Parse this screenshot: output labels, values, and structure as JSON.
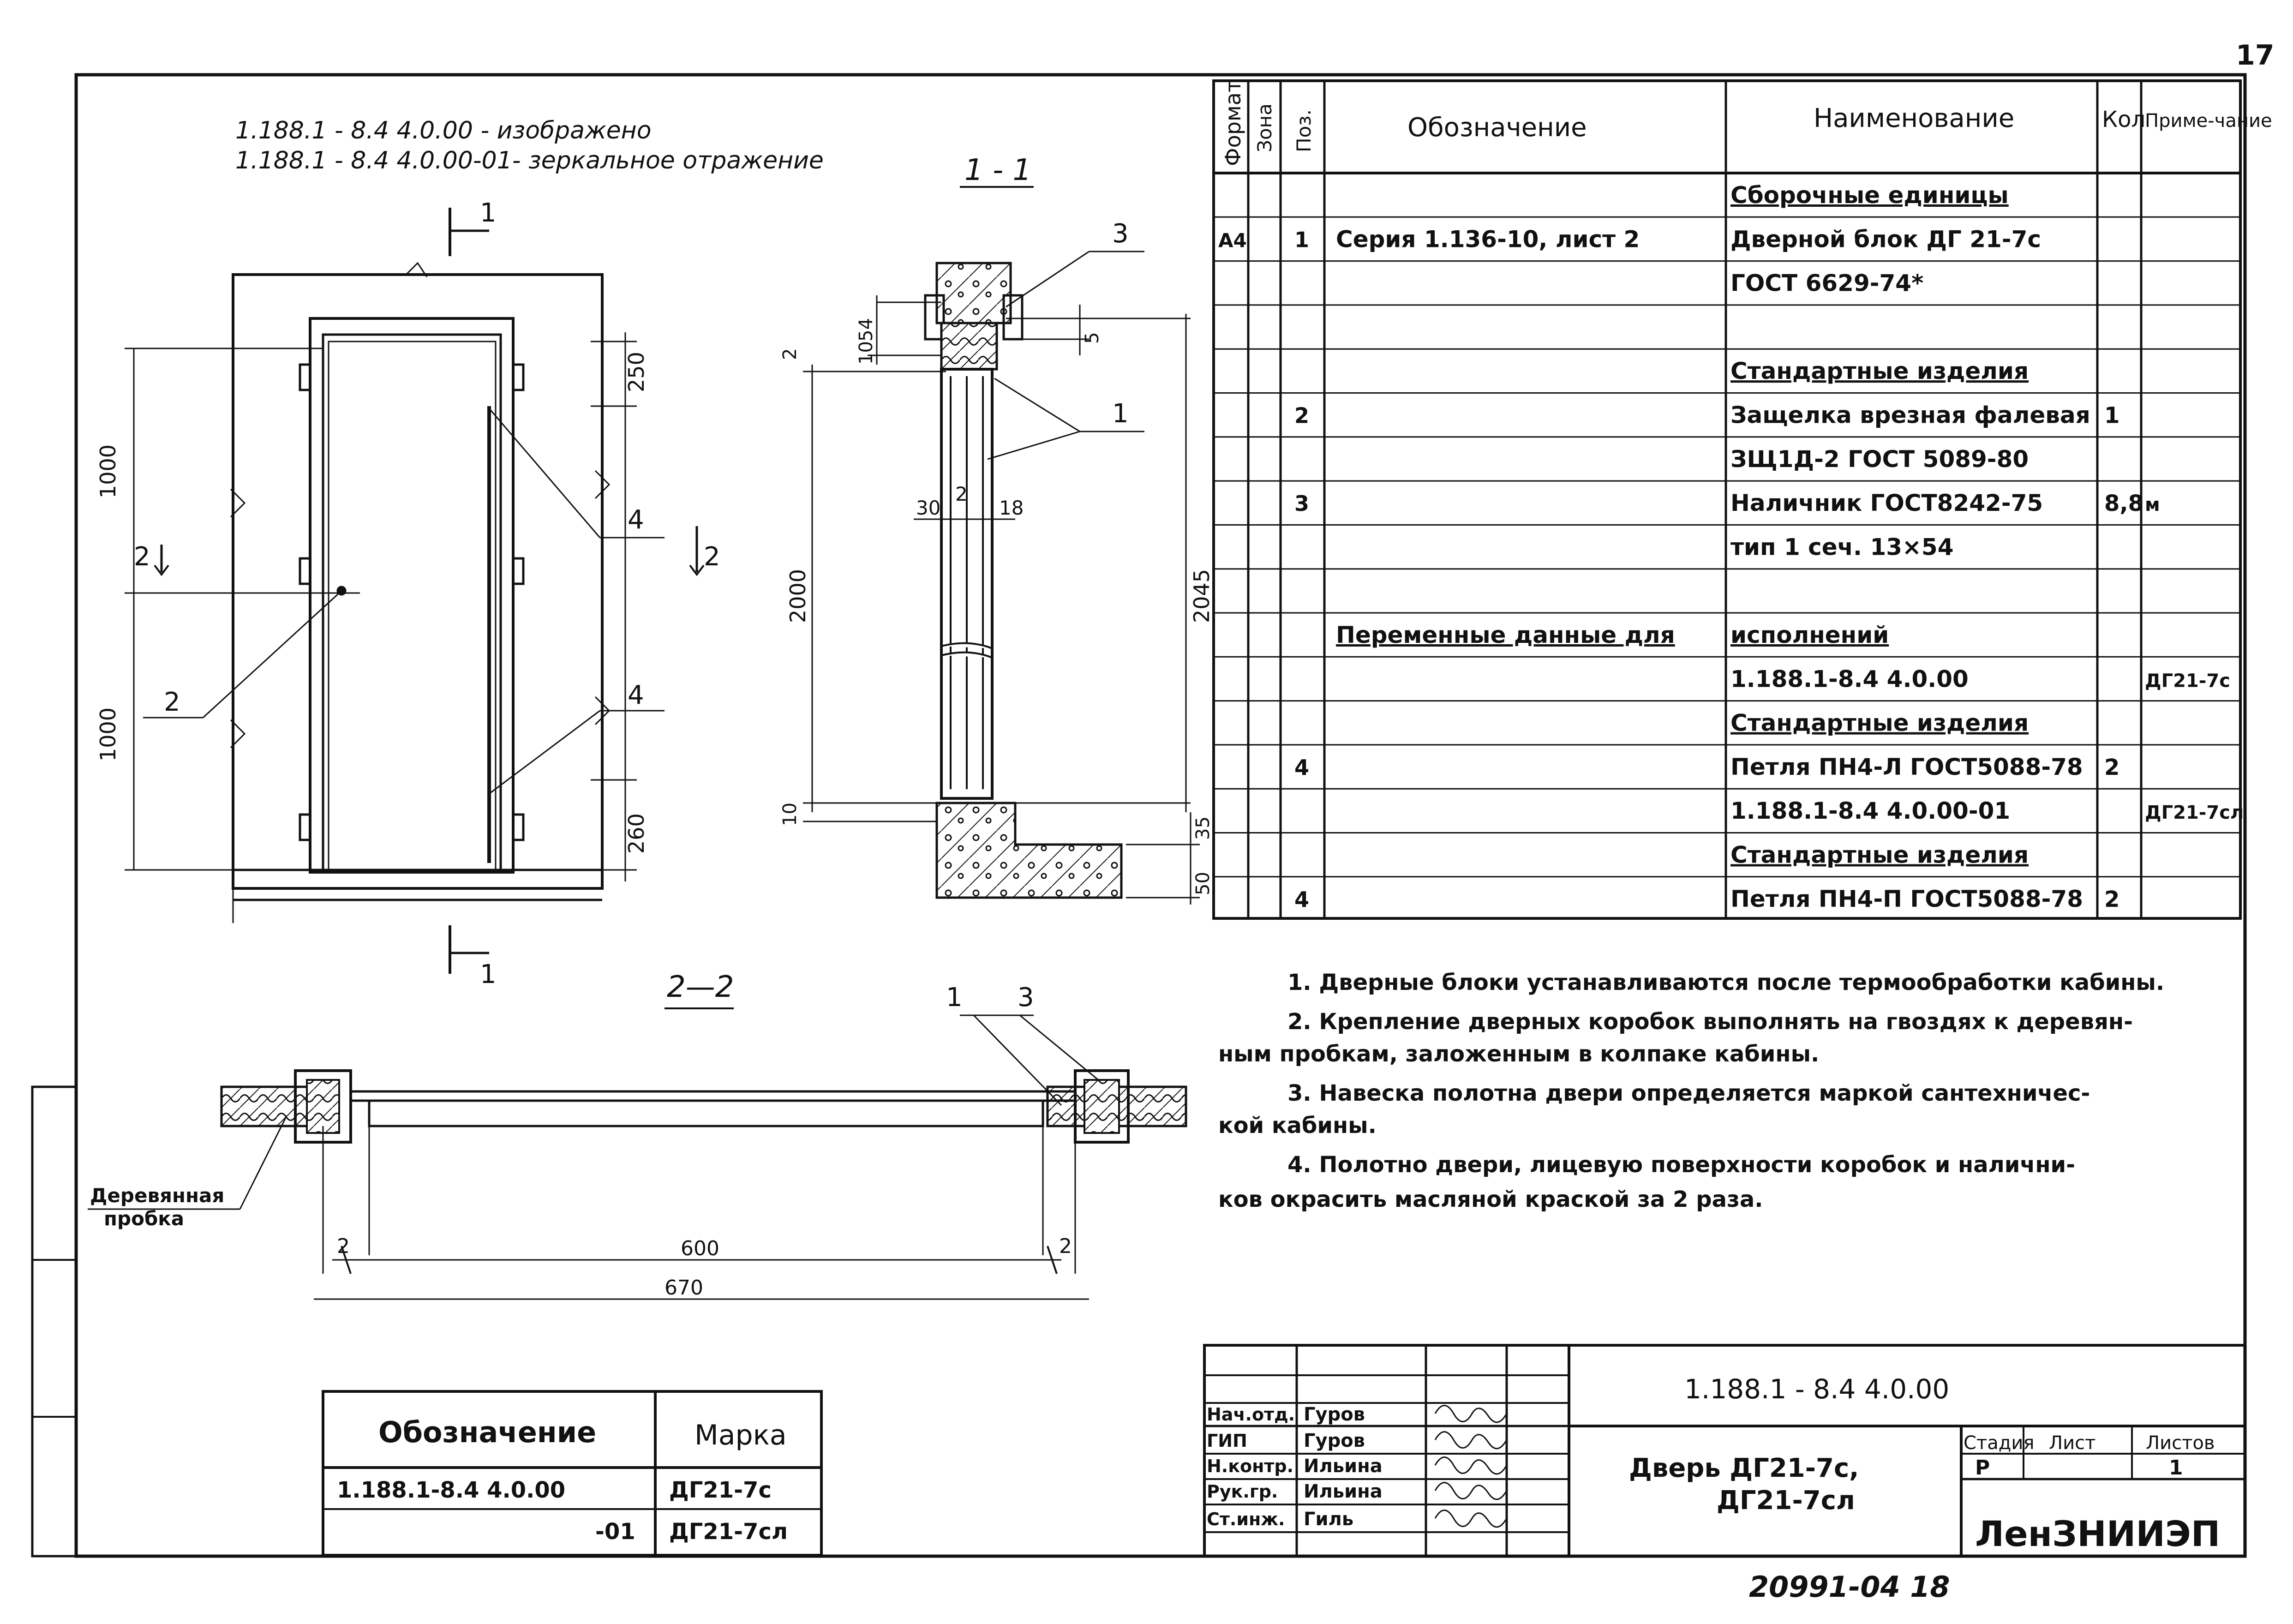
{
  "page_number": "17",
  "header_lines": [
    "1.188.1 - 8.4  4.0.00  - изображено",
    "1.188.1 - 8.4  4.0.00-01- зеркальное отражение"
  ],
  "dimensions": {
    "front": {
      "h1": "1000",
      "h2": "1000",
      "top": "250",
      "bottom": "260"
    },
    "section11": {
      "d54": "54",
      "d10": "10",
      "d2": "2",
      "d5": "5",
      "d30": "30",
      "d2b": "2",
      "d18": "18",
      "d2000": "2000",
      "d2045": "2045",
      "d10b": "10",
      "d35": "35",
      "d50": "50"
    },
    "section22": {
      "d600": "600",
      "d670": "670",
      "d2a": "2",
      "d2b": "2"
    }
  },
  "callouts": {
    "c1_top": "1",
    "c1_bottom": "1",
    "c2_left": "2",
    "c2_right": "2",
    "c_pos2": "2",
    "c_pos4a": "4",
    "c_pos4b": "4",
    "s11_3": "3",
    "s11_1": "1",
    "s22_1": "1",
    "s22_3": "3"
  },
  "section_labels": {
    "s11": "1 - 1",
    "s22": "2—2"
  },
  "wood_plug_label": [
    "Деревянная",
    "пробка"
  ],
  "spec_table": {
    "headers": {
      "format": "Формат",
      "zone": "Зона",
      "pos": "Поз.",
      "designation": "Обозначение",
      "name": "Наименование",
      "qty": "Кол",
      "note": "Приме-чание"
    },
    "rows": [
      {
        "format": "",
        "pos": "",
        "designation": "",
        "name": "Сборочные единицы",
        "qty": "",
        "note": "",
        "style": "underline"
      },
      {
        "format": "А4",
        "pos": "1",
        "designation": "Серия  1.136-10,  лист 2",
        "name": "Дверной  блок  ДГ 21-7с",
        "qty": "",
        "note": ""
      },
      {
        "format": "",
        "pos": "",
        "designation": "",
        "name": "ГОСТ 6629-74*",
        "qty": "",
        "note": ""
      },
      {
        "format": "",
        "pos": "",
        "designation": "",
        "name": "",
        "qty": "",
        "note": ""
      },
      {
        "format": "",
        "pos": "",
        "designation": "",
        "name": "Стандартные изделия",
        "qty": "",
        "note": "",
        "style": "underline"
      },
      {
        "format": "",
        "pos": "2",
        "designation": "",
        "name": "Защелка врезная фалевая",
        "qty": "1",
        "note": ""
      },
      {
        "format": "",
        "pos": "",
        "designation": "",
        "name": "ЗЩ1Д-2  ГОСТ 5089-80",
        "qty": "",
        "note": ""
      },
      {
        "format": "",
        "pos": "3",
        "designation": "",
        "name": "Наличник  ГОСТ8242-75",
        "qty": "8,8",
        "note": "м"
      },
      {
        "format": "",
        "pos": "",
        "designation": "",
        "name": "тип 1  сеч. 13×54",
        "qty": "",
        "note": ""
      },
      {
        "format": "",
        "pos": "",
        "designation": "",
        "name": "",
        "qty": "",
        "note": ""
      },
      {
        "format": "",
        "pos": "",
        "designation": "Переменные данные для",
        "name": "исполнений",
        "qty": "",
        "note": "",
        "style": "underline"
      },
      {
        "format": "",
        "pos": "",
        "designation": "",
        "name": "1.188.1-8.4  4.0.00",
        "qty": "",
        "note": "ДГ21-7с"
      },
      {
        "format": "",
        "pos": "",
        "designation": "",
        "name": "Стандартные изделия",
        "qty": "",
        "note": "",
        "style": "underline"
      },
      {
        "format": "",
        "pos": "4",
        "designation": "",
        "name": "Петля ПН4-Л ГОСТ5088-78",
        "qty": "2",
        "note": ""
      },
      {
        "format": "",
        "pos": "",
        "designation": "",
        "name": "1.188.1-8.4  4.0.00-01",
        "qty": "",
        "note": "ДГ21-7сл"
      },
      {
        "format": "",
        "pos": "",
        "designation": "",
        "name": "Стандартные изделия",
        "qty": "",
        "note": "",
        "style": "underline"
      },
      {
        "format": "",
        "pos": "4",
        "designation": "",
        "name": "Петля ПН4-П ГОСТ5088-78",
        "qty": "2",
        "note": ""
      }
    ]
  },
  "notes": [
    "1. Дверные блоки устанавливаются после термообработки кабины.",
    "2. Крепление дверных коробок выполнять на гвоздях к деревян-",
    "ным пробкам, заложенным в колпаке кабины.",
    "3. Навеска полотна двери определяется маркой сантехничес-",
    "кой кабины.",
    "4. Полотно двери, лицевую поверхности коробок и налични-",
    "ков окрасить масляной краской за 2 раза."
  ],
  "marks_table": {
    "headers": {
      "designation": "Обозначение",
      "mark": "Марка"
    },
    "rows": [
      {
        "designation": "1.188.1-8.4  4.0.00",
        "mark": "ДГ21-7с"
      },
      {
        "designation": "-01",
        "mark": "ДГ21-7сл"
      }
    ]
  },
  "title_block": {
    "doc_code": "1.188.1 - 8.4  4.0.00",
    "title_lines": [
      "Дверь ДГ21-7с,",
      "ДГ21-7сл"
    ],
    "signatures": [
      {
        "role": "Нач.отд.",
        "name": "Гуров"
      },
      {
        "role": "ГИП",
        "name": "Гуров"
      },
      {
        "role": "Н.контр.",
        "name": "Ильина"
      },
      {
        "role": "Рук.гр.",
        "name": "Ильина"
      },
      {
        "role": "Ст.инж.",
        "name": "Гиль"
      }
    ],
    "stage_label": "Стадия",
    "sheet_label": "Лист",
    "sheets_label": "Листов",
    "stage_value": "Р",
    "sheet_value": "",
    "sheets_value": "1",
    "organization": "ЛенЗНИИЭП"
  },
  "footer_code": "20991-04  18"
}
